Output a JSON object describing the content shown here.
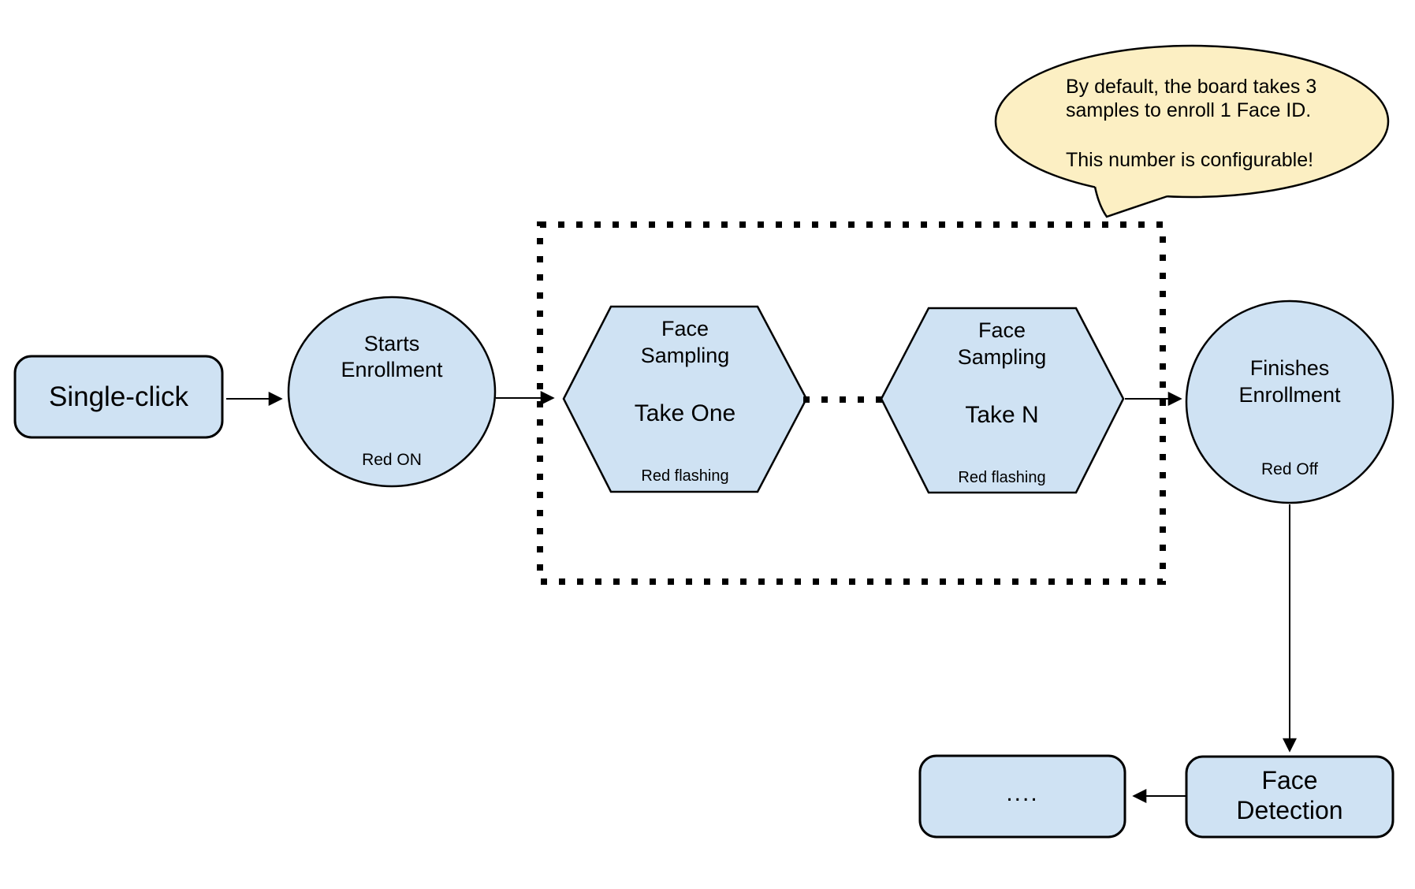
{
  "colors": {
    "node_fill": "#CFE2F3",
    "node_stroke": "#000000",
    "callout_fill": "#FCEFC3",
    "line": "#000000"
  },
  "nodes": {
    "single_click": {
      "label": "Single-click"
    },
    "starts_enrollment": {
      "line1": "Starts",
      "line2": "Enrollment",
      "status": "Red ON"
    },
    "face_sampling_one": {
      "line1": "Face",
      "line2": "Sampling",
      "take": "Take One",
      "status": "Red flashing"
    },
    "face_sampling_n": {
      "line1": "Face",
      "line2": "Sampling",
      "take": "Take N",
      "status": "Red flashing"
    },
    "finishes_enrollment": {
      "line1": "Finishes",
      "line2": "Enrollment",
      "status": "Red Off"
    },
    "face_detection": {
      "line1": "Face",
      "line2": "Detection"
    },
    "continuation": {
      "label": "...."
    }
  },
  "callout": {
    "line1": "By default, the board takes 3",
    "line2": "samples to enroll 1 Face ID.",
    "line3": "This number is configurable!"
  }
}
